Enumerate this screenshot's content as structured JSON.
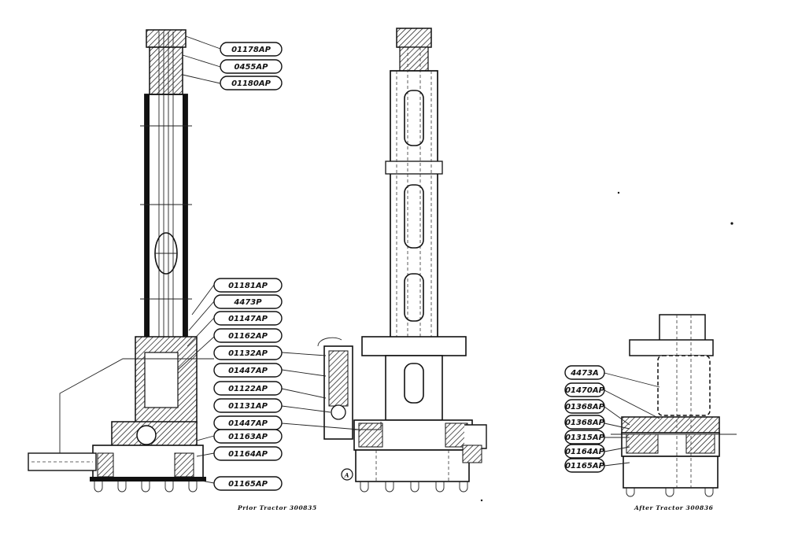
{
  "left_callouts": [
    "01178AP",
    "0455AP",
    "01180AP"
  ],
  "mid_callouts": [
    "01181AP",
    "4473P",
    "01147AP",
    "01162AP",
    "01132AP",
    "01447AP",
    "01122AP",
    "01131AP",
    "01447AP",
    "01163AP",
    "01164AP",
    "01165AP"
  ],
  "right_callouts": [
    "4473A",
    "01470AP",
    "01368AP",
    "01368AP",
    "01315AP",
    "01164AP",
    "01165AP"
  ],
  "captions": {
    "prior": "Prior Tractor 300835",
    "after": "After Tractor 300836",
    "view_marker": "A"
  }
}
